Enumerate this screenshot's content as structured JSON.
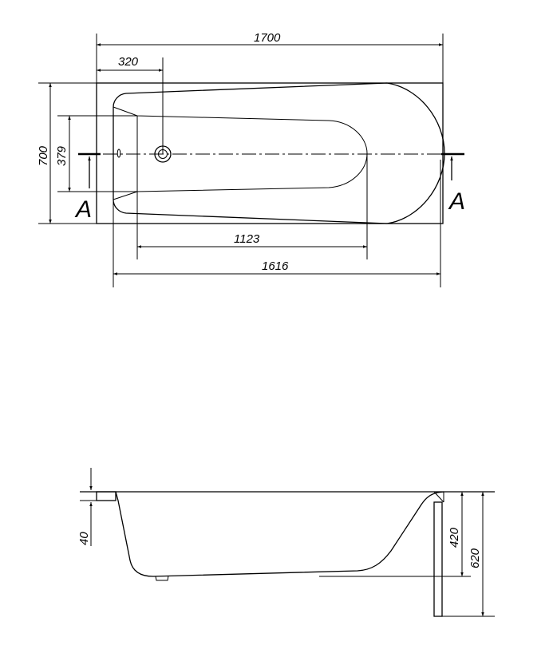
{
  "top_view": {
    "dim_overall_length": "1700",
    "dim_overflow_offset": "320",
    "dim_overall_width": "700",
    "dim_inner_width": "379",
    "dim_bottom_length": "1123",
    "dim_inner_length": "1616",
    "section_label_left": "A",
    "section_label_right": "A"
  },
  "side_view": {
    "dim_rim_thickness": "40",
    "dim_depth": "420",
    "dim_total_height": "620"
  }
}
